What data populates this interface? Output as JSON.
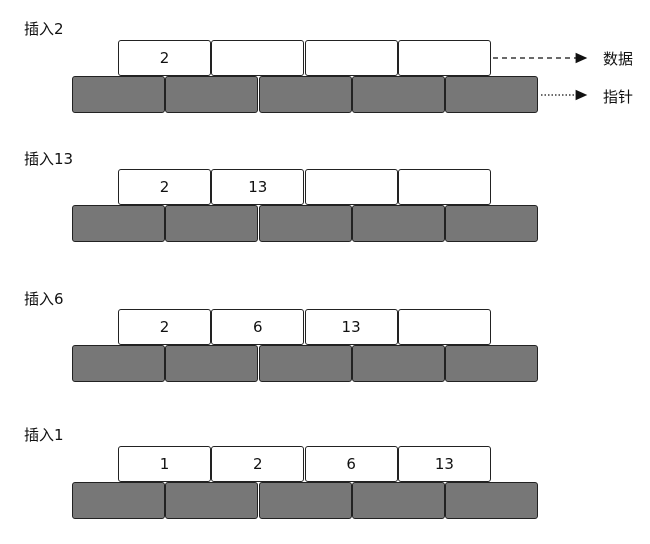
{
  "steps": [
    {
      "title": "插入2",
      "cells": [
        "2",
        "",
        "",
        ""
      ]
    },
    {
      "title": "插入13",
      "cells": [
        "2",
        "13",
        "",
        ""
      ]
    },
    {
      "title": "插入6",
      "cells": [
        "2",
        "6",
        "13",
        ""
      ]
    },
    {
      "title": "插入1",
      "cells": [
        "1",
        "2",
        "6",
        "13"
      ]
    }
  ],
  "legend": {
    "data_label": "数据",
    "pointer_label": "指针"
  },
  "colors": {
    "pointer_cell": "#777777",
    "data_cell": "#ffffff",
    "border": "#222222"
  }
}
